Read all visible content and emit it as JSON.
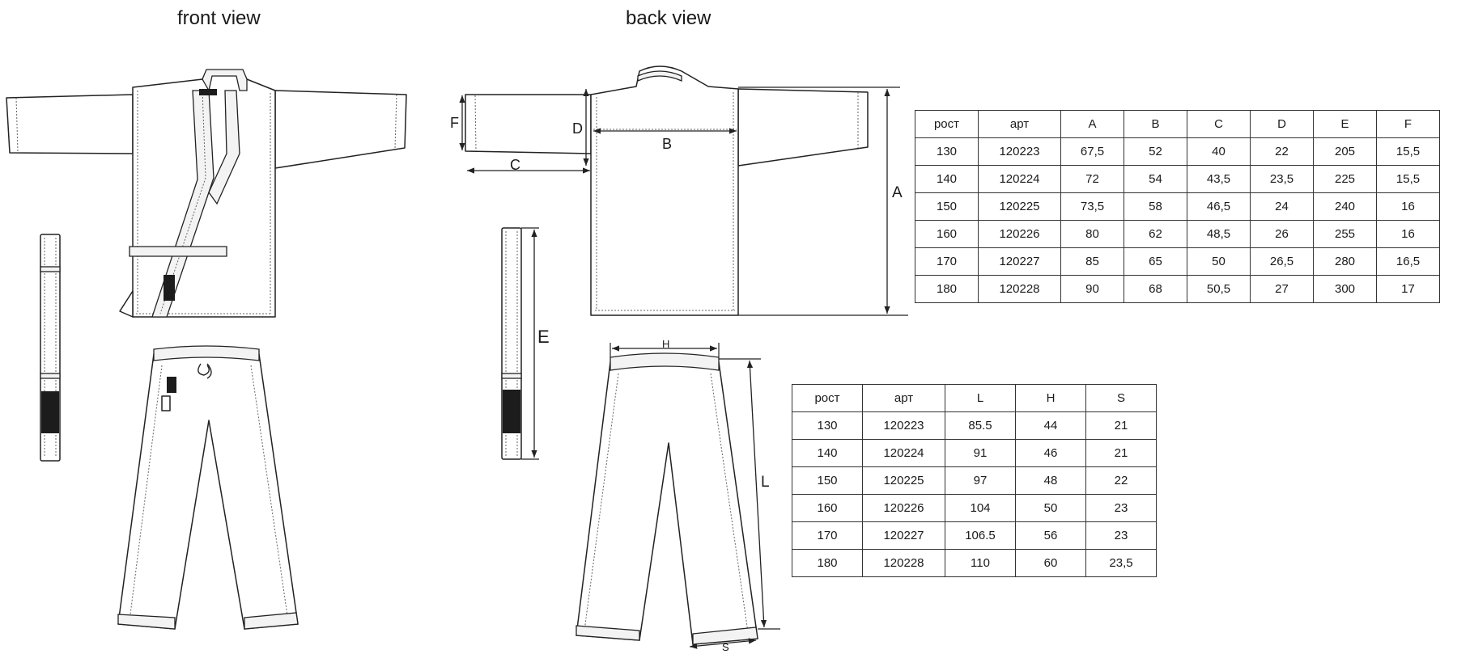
{
  "views": {
    "front": "front view",
    "back": "back view"
  },
  "labels": {
    "A": "A",
    "B": "B",
    "C": "C",
    "D": "D",
    "E": "E",
    "F": "F",
    "H": "H",
    "L": "L",
    "S": "S"
  },
  "jacket_table": {
    "headers": [
      "рост",
      "арт",
      "A",
      "B",
      "C",
      "D",
      "E",
      "F"
    ],
    "rows": [
      [
        "130",
        "120223",
        "67,5",
        "52",
        "40",
        "22",
        "205",
        "15,5"
      ],
      [
        "140",
        "120224",
        "72",
        "54",
        "43,5",
        "23,5",
        "225",
        "15,5"
      ],
      [
        "150",
        "120225",
        "73,5",
        "58",
        "46,5",
        "24",
        "240",
        "16"
      ],
      [
        "160",
        "120226",
        "80",
        "62",
        "48,5",
        "26",
        "255",
        "16"
      ],
      [
        "170",
        "120227",
        "85",
        "65",
        "50",
        "26,5",
        "280",
        "16,5"
      ],
      [
        "180",
        "120228",
        "90",
        "68",
        "50,5",
        "27",
        "300",
        "17"
      ]
    ]
  },
  "pants_table": {
    "headers": [
      "рост",
      "арт",
      "L",
      "H",
      "S"
    ],
    "rows": [
      [
        "130",
        "120223",
        "85.5",
        "44",
        "21"
      ],
      [
        "140",
        "120224",
        "91",
        "46",
        "21"
      ],
      [
        "150",
        "120225",
        "97",
        "48",
        "22"
      ],
      [
        "160",
        "120226",
        "104",
        "50",
        "23"
      ],
      [
        "170",
        "120227",
        "106.5",
        "56",
        "23"
      ],
      [
        "180",
        "120228",
        "110",
        "60",
        "23,5"
      ]
    ]
  },
  "colors": {
    "line": "#222222",
    "background": "#ffffff"
  },
  "icons": [
    "brand-logo-patch"
  ]
}
